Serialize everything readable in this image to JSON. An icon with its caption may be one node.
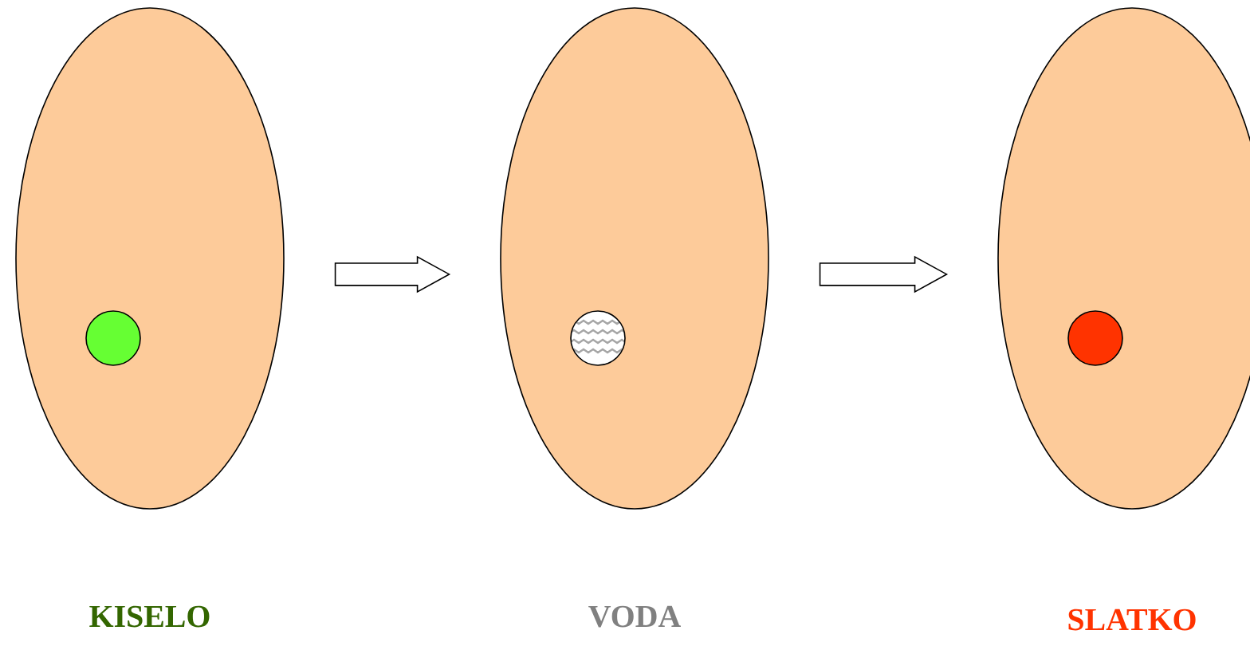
{
  "diagram": {
    "nodes": [
      {
        "text": [
          "KISELO"
        ]
      },
      {
        "text": [],
        "shape": "circle",
        "in": 0
      },
      {
        "text": [
          "VODA"
        ]
      },
      {
        "text": [],
        "shape": "circle",
        "in": 2
      },
      {
        "text": [
          "SLATKO"
        ]
      },
      {
        "text": [],
        "shape": "circle",
        "in": 4
      }
    ],
    "edges": [
      {
        "from": 0,
        "to": 2,
        "arrow": "to"
      },
      {
        "from": 2,
        "to": 4,
        "arrow": "to"
      }
    ]
  }
}
